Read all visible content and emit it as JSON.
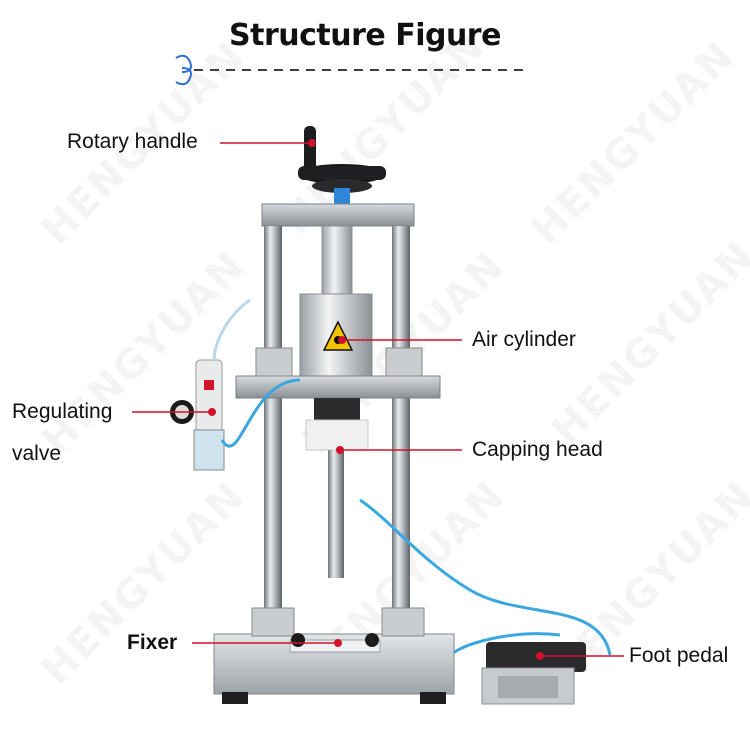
{
  "title": "Structure Figure",
  "watermark": "HENGYUAN",
  "labels": {
    "rotary_handle": "Rotary handle",
    "air_cylinder": "Air cylinder",
    "regulating_valve_line1": "Regulating",
    "regulating_valve_line2": "valve",
    "capping_head": "Capping head",
    "fixer": "Fixer",
    "foot_pedal": "Foot pedal"
  },
  "colors": {
    "leader_line": "#d0122b",
    "hose": "#3aa7e0",
    "title_accent": "#2a6fd6",
    "warning_sign": "#f5c400"
  }
}
